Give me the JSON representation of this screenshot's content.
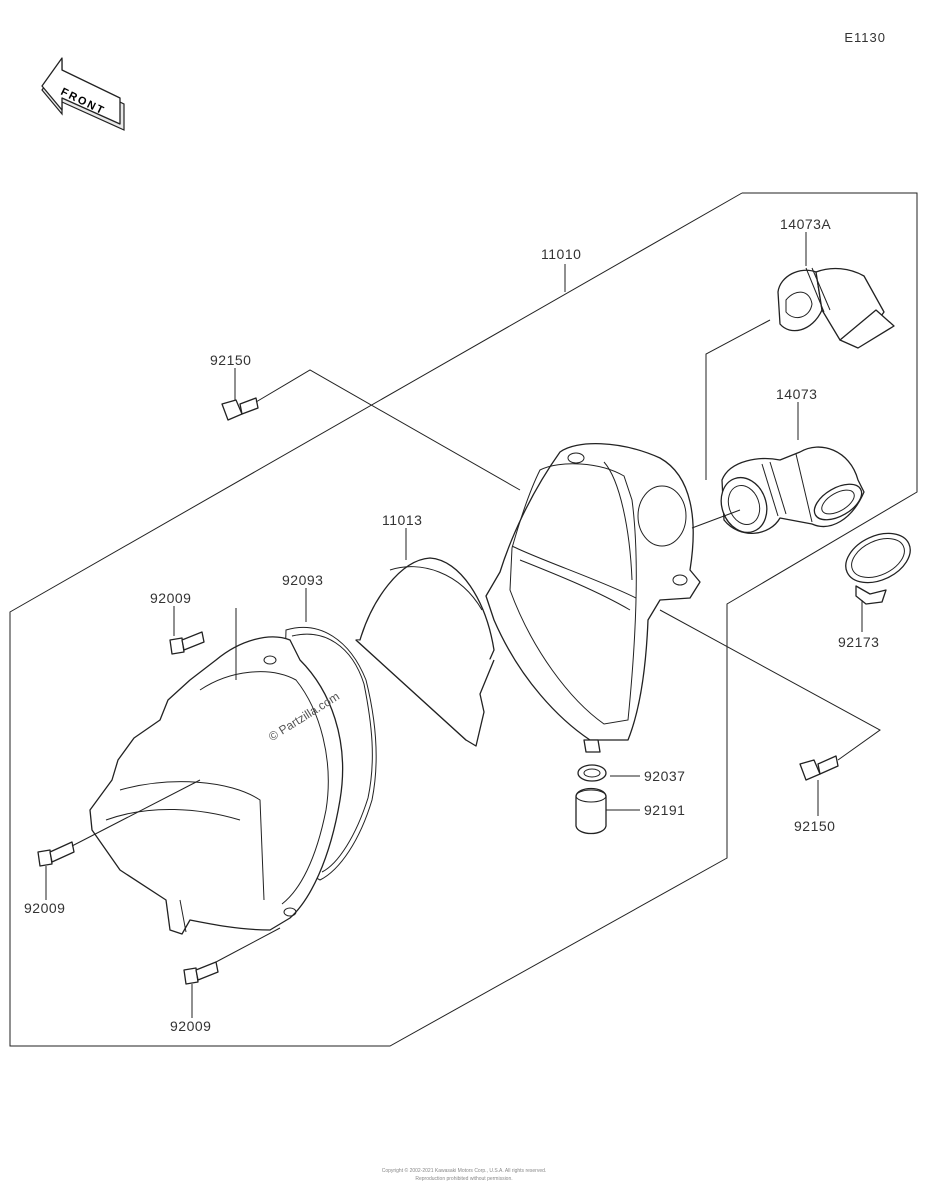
{
  "diagram_code": "E1130",
  "front_label": "FRONT",
  "watermark": "© Partzilla.com",
  "footer_line1": "Copyright © 2002-2021 Kawasaki Motors Corp., U.S.A. All rights reserved.",
  "footer_line2": "Reproduction prohibited without permission.",
  "parts": {
    "p11010": "11010",
    "p14073a": "14073A",
    "p14073": "14073",
    "p92150_top": "92150",
    "p11013": "11013",
    "p92093": "92093",
    "p92009_top": "92009",
    "p92173": "92173",
    "p92037": "92037",
    "p92191": "92191",
    "p92150_right": "92150",
    "p92009_left": "92009",
    "p92009_bottom": "92009"
  }
}
